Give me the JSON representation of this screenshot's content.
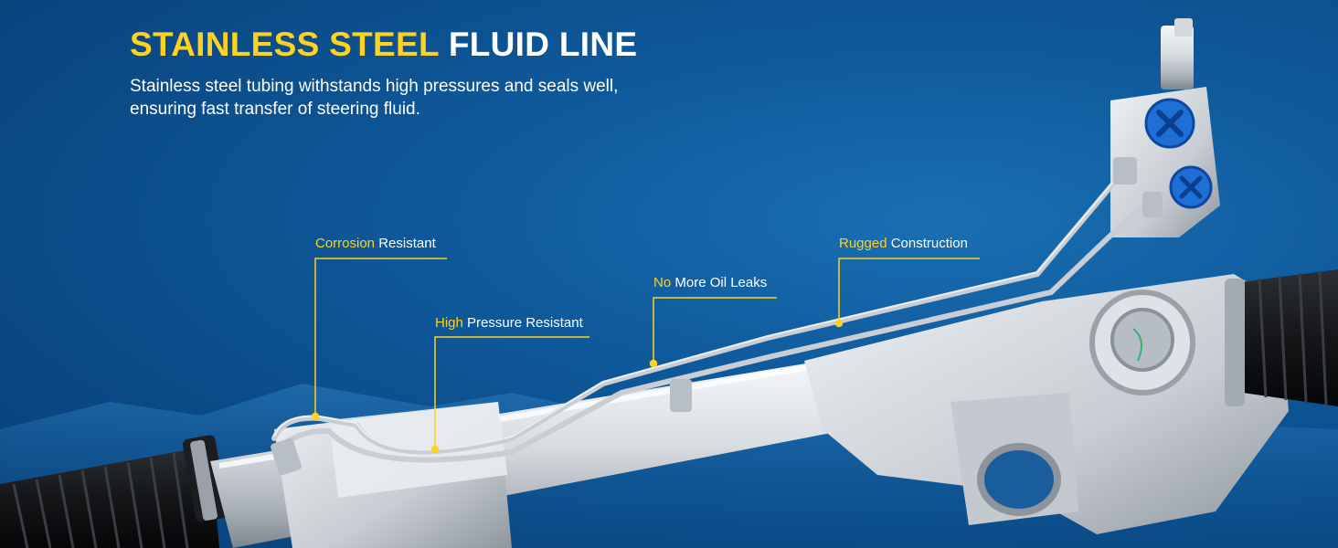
{
  "headline": {
    "highlight": "STAINLESS STEEL",
    "rest": "FLUID LINE"
  },
  "description": {
    "line1": "Stainless steel tubing withstands high pressures and seals well,",
    "line2": "ensuring fast transfer of steering fluid."
  },
  "callouts": [
    {
      "highlight": "Corrosion",
      "rest": "Resistant"
    },
    {
      "highlight": "High",
      "rest": "Pressure Resistant"
    },
    {
      "highlight": "No",
      "rest": "More Oil Leaks"
    },
    {
      "highlight": "Rugged",
      "rest": "Construction"
    }
  ],
  "colors": {
    "accent": "#ffd21f",
    "background": "#0f5a9c",
    "text": "#ffffff",
    "cap": "#1e6fd6"
  },
  "icons": [
    "steering-rack-illustration",
    "blue-port-cap-icon"
  ]
}
